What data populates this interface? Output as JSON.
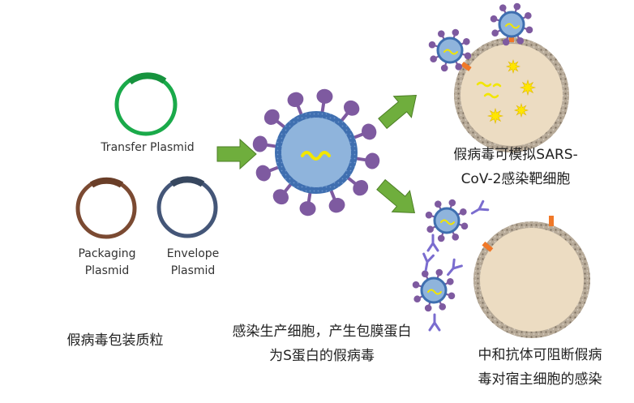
{
  "labels": {
    "transfer_plasmid": "Transfer Plasmid",
    "packaging_plasmid_line1": "Packaging",
    "packaging_plasmid_line2": "Plasmid",
    "envelope_plasmid_line1": "Envelope",
    "envelope_plasmid_line2": "Plasmid",
    "plasmid_group_caption": "假病毒包装质粒",
    "production_caption_line1": "感染生产细胞，产生包膜蛋白",
    "production_caption_line2": "为S蛋白的假病毒",
    "infection_caption_line1": "假病毒可模拟SARS-",
    "infection_caption_line2": "CoV-2感染靶细胞",
    "neutralization_caption_line1": "中和抗体可阻断假病",
    "neutralization_caption_line2": "毒对宿主细胞的感染"
  },
  "colors": {
    "transfer_plasmid": "#1aaa4a",
    "packaging_plasmid": "#7b4a32",
    "envelope_plasmid": "#445678",
    "arrow_green": "#6fae3d",
    "virus_core": "#8fb4dc",
    "virus_ring": "#3f6fb0",
    "spike_purple": "#7e5aa0",
    "rna_yellow": "#f2e600",
    "cell_fill": "#ecdcc2",
    "cell_membrane": "#9a8c7a",
    "receptor_orange": "#f07828",
    "antibody_purple": "#7a6ccf",
    "burst_yellow": "#ffe600"
  }
}
